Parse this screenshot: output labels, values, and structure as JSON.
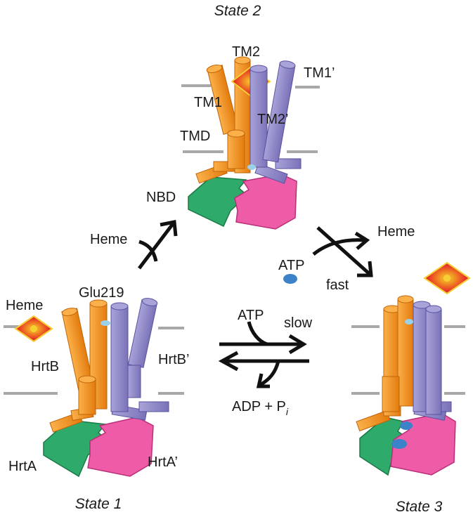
{
  "states": {
    "state1": "State 1",
    "state2": "State 2",
    "state3": "State 3"
  },
  "state1_labels": {
    "heme": "Heme",
    "glu": "Glu219",
    "hrtb": "HrtB",
    "hrtb_prime": "HrtB’",
    "hrta": "HrtA",
    "hrta_prime": "HrtA’"
  },
  "state2_labels": {
    "tm2": "TM2",
    "tm1_prime": "TM1’",
    "tm1": "TM1",
    "tm2_prime": "TM2’",
    "tmd": "TMD",
    "nbd": "NBD"
  },
  "transitions": {
    "heme_in": "Heme",
    "heme_out": "Heme",
    "atp_fast": "ATP",
    "fast": "fast",
    "atp_slow": "ATP",
    "slow": "slow",
    "adp_base": "ADP + P",
    "adp_sub": "i"
  },
  "colors": {
    "hrtb": "#f7941d",
    "hrtb_prime": "#8b85c7",
    "hrta": "#2eaa6a",
    "hrta_prime": "#ee5ba6",
    "heme": "#e8312a",
    "heme_center": "#f6d033",
    "atp": "#3b82c8",
    "membrane": "#a8a8a8"
  }
}
